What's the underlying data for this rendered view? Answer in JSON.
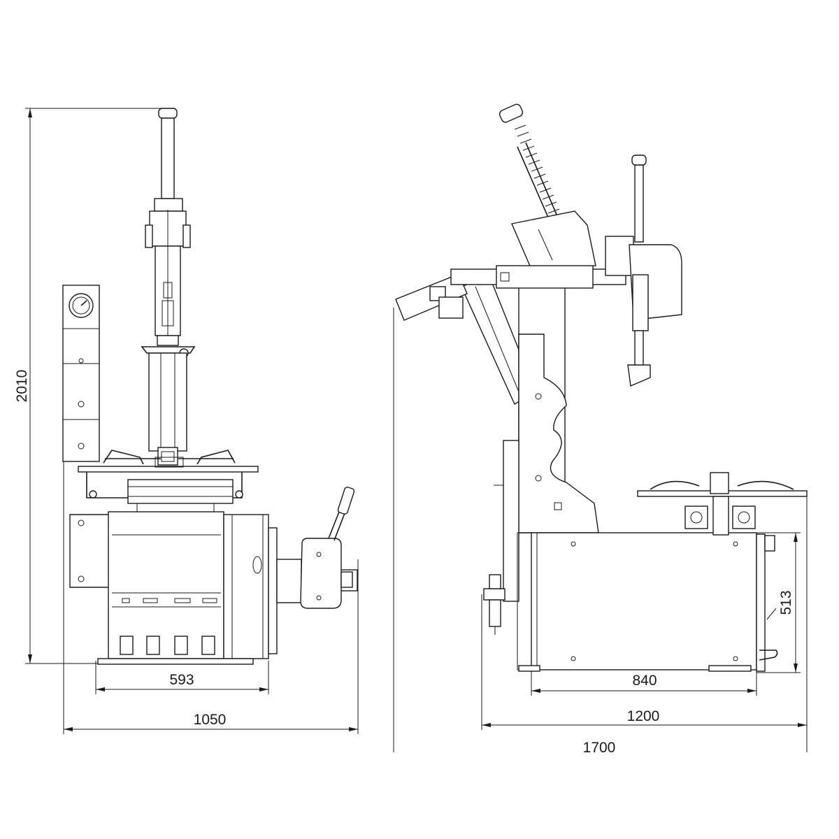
{
  "dimensions": {
    "front_height": "2010",
    "front_base_width": "593",
    "front_total_width": "1050",
    "side_base_width": "840",
    "side_width": "1200",
    "side_height_partial": "513",
    "side_total": "1700"
  }
}
